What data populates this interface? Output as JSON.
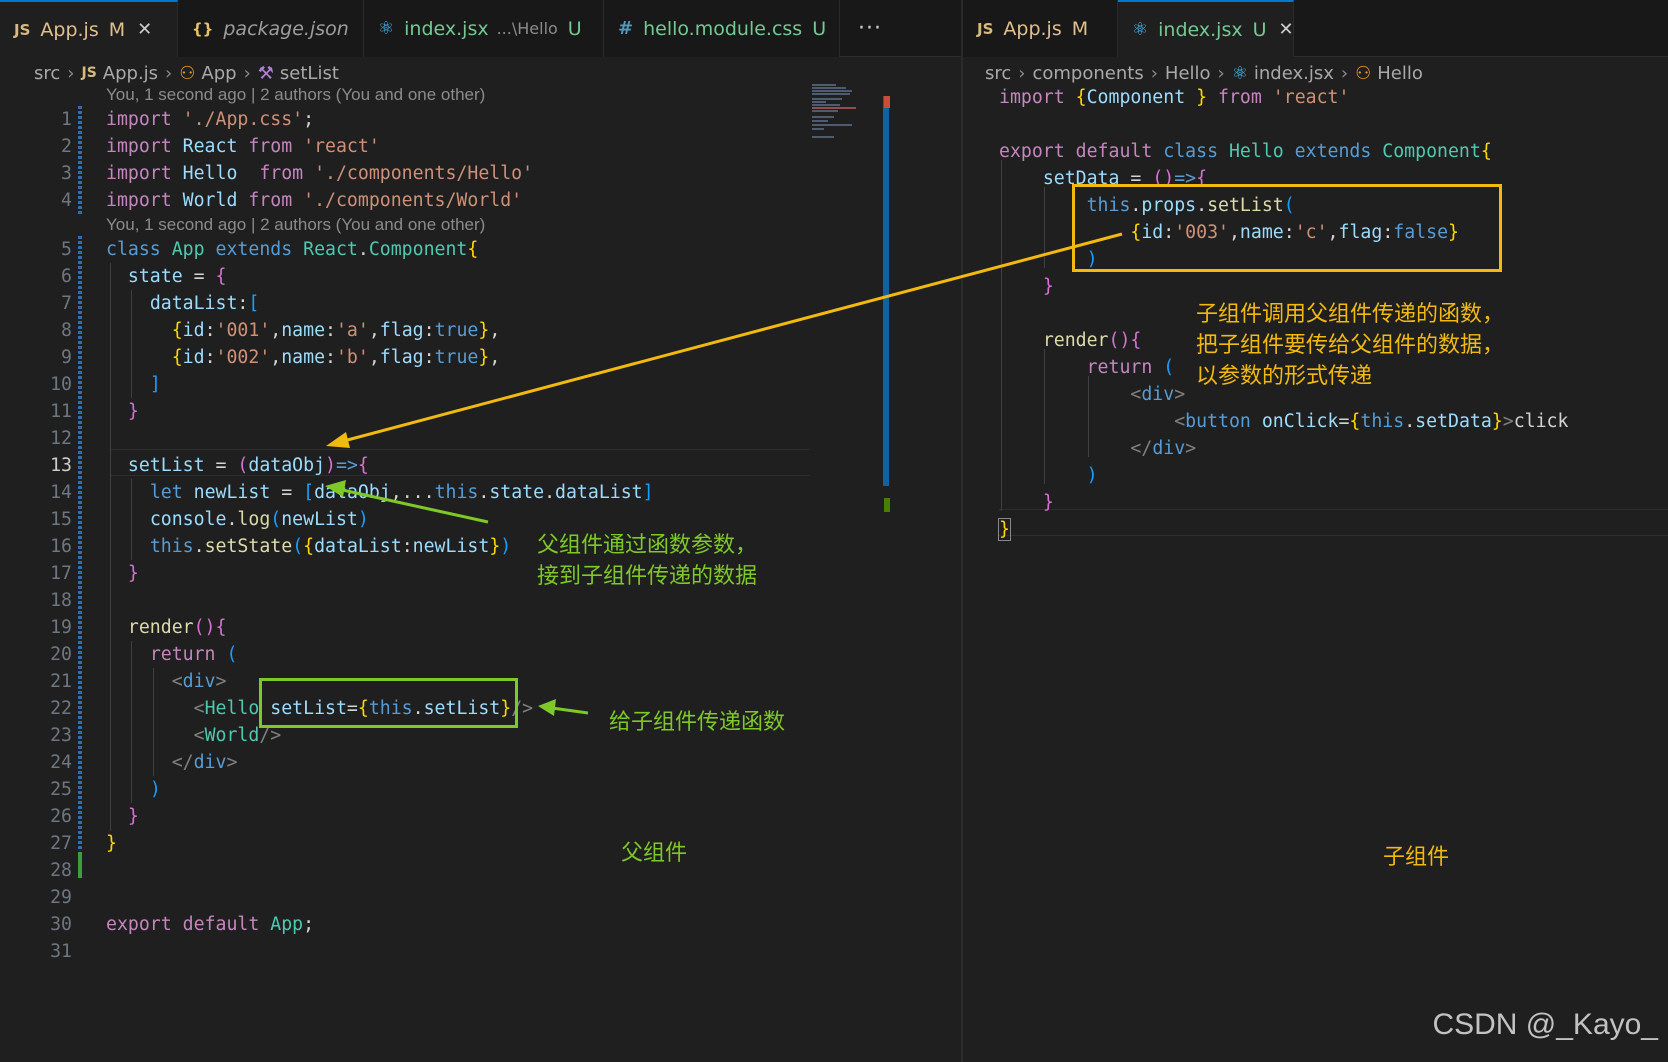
{
  "left_pane": {
    "tabs": [
      {
        "icon": "js-file-icon",
        "icon_glyph": "JS",
        "label": "App.js",
        "status": "M",
        "active": true,
        "close": "✕"
      },
      {
        "icon": "json-file-icon",
        "icon_glyph": "{}",
        "label": "package.json",
        "italic": true
      },
      {
        "icon": "react-file-icon",
        "icon_glyph": "⚛",
        "label": "index.jsx",
        "desc": "...\\Hello",
        "status": "U"
      },
      {
        "icon": "css-file-icon",
        "icon_glyph": "#",
        "label": "hello.module.css",
        "status": "U"
      }
    ],
    "more_actions": "···",
    "breadcrumb": {
      "folder": "src",
      "file": "App.js",
      "class": "App",
      "method": "setList"
    },
    "blame": "You, 1 second ago | 2 authors (You and one other)"
  },
  "right_pane": {
    "tabs": [
      {
        "icon": "js-file-icon",
        "icon_glyph": "JS",
        "label": "App.js",
        "status": "M"
      },
      {
        "icon": "react-file-icon",
        "icon_glyph": "⚛",
        "label": "index.jsx",
        "status": "U",
        "active": true,
        "close": "✕"
      }
    ],
    "breadcrumb": {
      "folder": "src",
      "sub1": "components",
      "sub2": "Hello",
      "file": "index.jsx",
      "class": "Hello"
    }
  },
  "annotations": {
    "parent_receives": [
      "父组件通过函数参数，",
      "接到子组件传递的数据"
    ],
    "pass_function": "给子组件传递函数",
    "parent_label": "父组件",
    "child_calls": [
      "子组件调用父组件传递的函数，",
      "把子组件要传给父组件的数据，",
      "以参数的形式传递"
    ],
    "child_label": "子组件"
  },
  "watermark": "CSDN @_Kayo_",
  "colors": {
    "accent": "#0078d4",
    "annotation_green": "#7ec828",
    "annotation_yellow": "#f2b90f"
  }
}
